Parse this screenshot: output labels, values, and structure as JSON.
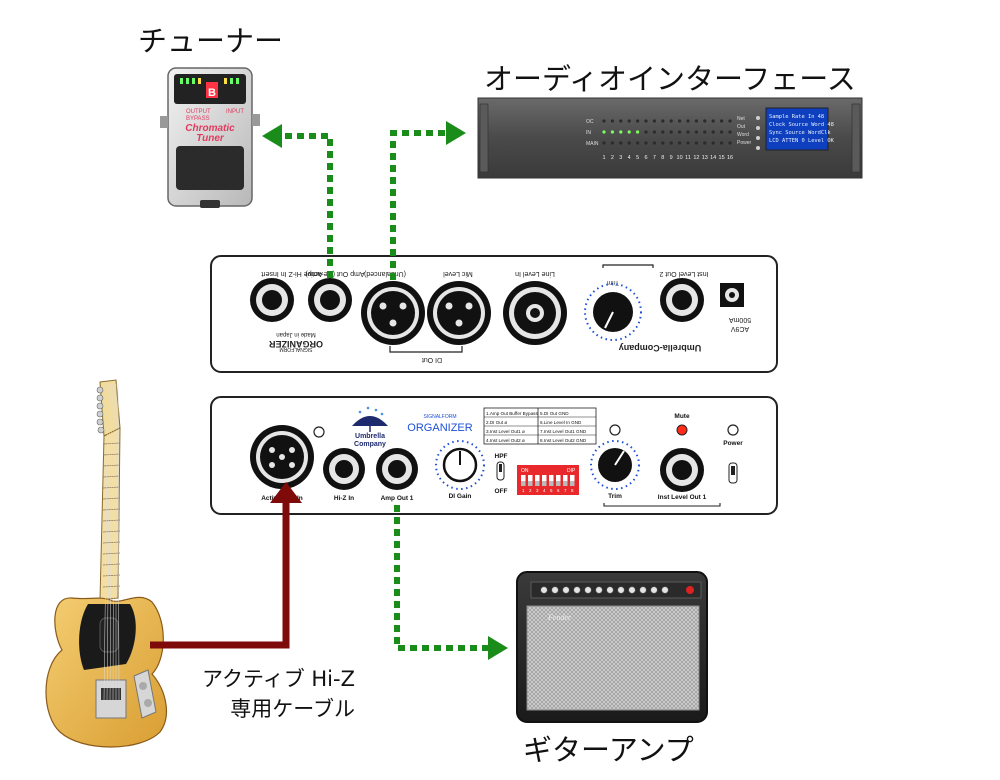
{
  "titles": {
    "tuner": "チューナー",
    "interface": "オーディオインターフェース",
    "amp": "ギターアンプ",
    "cable_line1": "アクティブ Hi-Z",
    "cable_line2": "専用ケーブル"
  },
  "tuner": {
    "output_label": "OUTPUT",
    "bypass_label": "BYPASS",
    "input_label": "INPUT",
    "model_line1": "Chromatic",
    "model_line2": "Tuner",
    "display_char": "B"
  },
  "interface": {
    "row_labels": [
      "OC",
      "IN",
      "MAIN"
    ],
    "channel_numbers": [
      "1",
      "2",
      "3",
      "4",
      "5",
      "6",
      "7",
      "8",
      "9",
      "10",
      "11",
      "12",
      "13",
      "14",
      "15",
      "16"
    ],
    "lcd_lines": [
      "Sample Rate In 48",
      "Clock Source Word 48",
      "Sync Source WordClk",
      "LCD ATTEN 0 Level OK"
    ],
    "side_labels": [
      "Net",
      "Out",
      "Word",
      "Power"
    ]
  },
  "rear_panel": {
    "labels": [
      "Active Hi-Z In Insert",
      "Amp Out (Re-amp)",
      "(Unbalanced)",
      "Mic Level",
      "Line Level In",
      "Inst Level Out 2"
    ],
    "trim": "Trim",
    "brand": "Umbrella-Company",
    "power": "AC9V",
    "current": "500mA",
    "di_out": "DI Out",
    "org_small": "SIGNALFORM",
    "org_name": "ORGANIZER",
    "made_in": "Made in Japan"
  },
  "front_panel": {
    "labels": {
      "active_hiz": "Active Hi-Z In",
      "hiz": "Hi-Z In",
      "amp_out": "Amp Out 1",
      "di_gain": "DI Gain",
      "hpf": "HPF",
      "off": "OFF",
      "trim": "Trim",
      "inst_out": "Inst Level Out 1",
      "mute": "Mute",
      "power": "Power"
    },
    "logo_line1": "Umbrella",
    "logo_line2": "Company",
    "org_small": "SIGNALFORM",
    "org_name": "ORGANIZER",
    "dip_on": "ON",
    "dip_label": "DIP",
    "dip_numbers": [
      "1",
      "2",
      "3",
      "4",
      "5",
      "6",
      "7",
      "8"
    ],
    "dip_table": [
      [
        "1.Amp Out Buffer Bypass",
        "5.DI Out GND"
      ],
      [
        "2.DI Out ø",
        "6.Line Level In GND"
      ],
      [
        "3.Inst Level Out1 ø",
        "7.Inst Level Out1 GND"
      ],
      [
        "4.Inst Level Out2 ø",
        "8.Inst Level Out2 GND"
      ]
    ]
  },
  "amp": {
    "brand": "Fender"
  },
  "colors": {
    "signal_green": "#1a8c1a",
    "cable_red": "#7f0a0a",
    "panel_face": "#ffffff",
    "rack_gray": "#505050",
    "tuner_pink": "#e23a5f",
    "guitar_body": "#e9b64f",
    "mute_led": "#ff2a1a",
    "dip_red": "#e8282a"
  }
}
